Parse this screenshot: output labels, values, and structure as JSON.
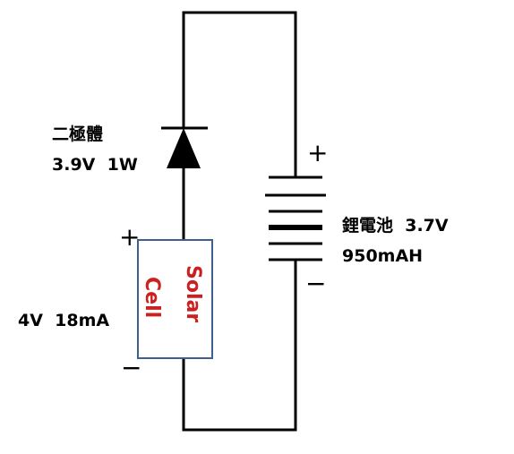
{
  "diode": {
    "name": "二極體",
    "rating": "3.9V  1W"
  },
  "battery": {
    "name_line": "鋰電池  3.7V",
    "capacity": "950mAH",
    "plus": "+",
    "minus": "−"
  },
  "solar_cell": {
    "word1": "Solar",
    "word2": "Cell",
    "rating": "4V  18mA",
    "plus": "+",
    "minus": "−"
  },
  "colors": {
    "wire": "#000000",
    "cell_border": "#3f5f8f",
    "cell_text": "#cc1f1f"
  }
}
